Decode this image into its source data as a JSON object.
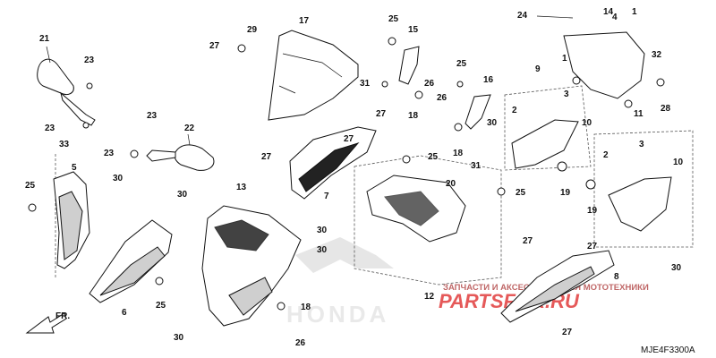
{
  "diagram": {
    "code": "MJE4F3300A",
    "direction_label": "FR.",
    "brand_watermark": "HONDA",
    "shop_watermark_main": "PARTSFOR.RU",
    "shop_watermark_sub": "ЗАПЧАСТИ И АКСЕССУАРЫ ДЛЯ МОТОТЕХНИКИ"
  },
  "callouts": {
    "c1": "1",
    "c1b": "1",
    "c2": "2",
    "c2b": "2",
    "c3": "3",
    "c3b": "3",
    "c4": "4",
    "c5": "5",
    "c6": "6",
    "c7": "7",
    "c8": "8",
    "c9": "9",
    "c10": "10",
    "c10b": "10",
    "c11": "11",
    "c12": "12",
    "c13": "13",
    "c14": "14",
    "c15": "15",
    "c16": "16",
    "c17": "17",
    "c18a": "18",
    "c18b": "18",
    "c18c": "18",
    "c19a": "19",
    "c19b": "19",
    "c20": "20",
    "c21": "21",
    "c22": "22",
    "c23a": "23",
    "c23b": "23",
    "c23c": "23",
    "c23d": "23",
    "c24": "24",
    "c25a": "25",
    "c25b": "25",
    "c25c": "25",
    "c25d": "25",
    "c25e": "25",
    "c25f": "25",
    "c26a": "26",
    "c26b": "26",
    "c26c": "26",
    "c27a": "27",
    "c27b": "27",
    "c27c": "27",
    "c27d": "27",
    "c27e": "27",
    "c27f": "27",
    "c28": "28",
    "c29": "29",
    "c30a": "30",
    "c30b": "30",
    "c30c": "30",
    "c30d": "30",
    "c30e": "30",
    "c30f": "30",
    "c30g": "30",
    "c31a": "31",
    "c31b": "31",
    "c32": "32",
    "c33": "33"
  }
}
